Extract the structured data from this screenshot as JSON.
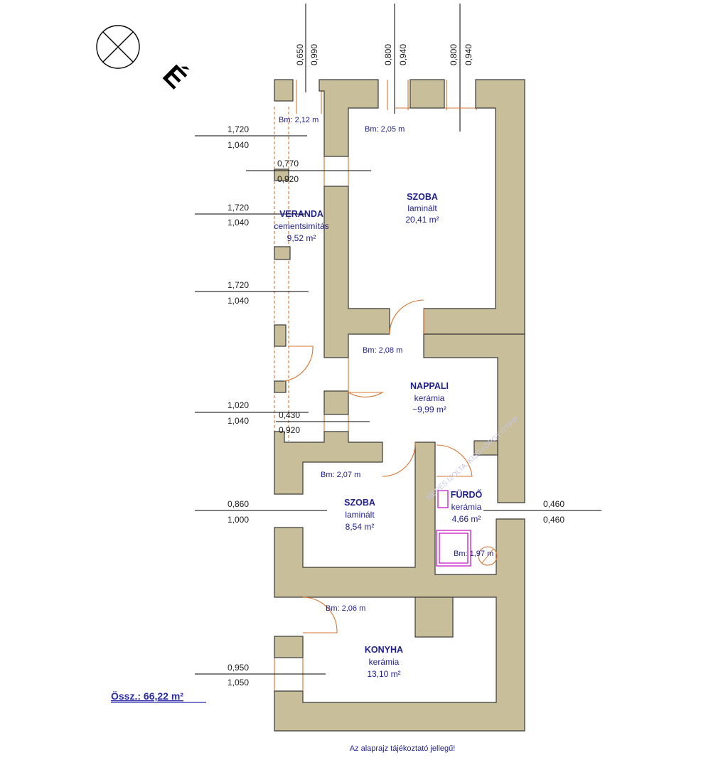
{
  "compass": {
    "label": "É"
  },
  "top_dims": [
    {
      "a": "0,650",
      "b": "0,990"
    },
    {
      "a": "0,800",
      "b": "0,940"
    },
    {
      "a": "0,800",
      "b": "0,940"
    }
  ],
  "side_dims": [
    {
      "a": "1,720",
      "b": "1,040"
    },
    {
      "a": "1,720",
      "b": "1,040"
    },
    {
      "a": "1,720",
      "b": "1,040"
    },
    {
      "a": "1,020",
      "b": "1,040"
    },
    {
      "a": "0,860",
      "b": "1,000"
    },
    {
      "a": "0,950",
      "b": "1,050"
    }
  ],
  "inner_dims": [
    {
      "a": "0,770",
      "b": "0,920"
    },
    {
      "a": "0,430",
      "b": "0,920"
    }
  ],
  "right_dim": {
    "a": "0,460",
    "b": "0,460"
  },
  "rooms": {
    "szoba1": {
      "name": "SZOBA",
      "floor": "laminált",
      "area": "20,41 m²"
    },
    "veranda": {
      "name": "VERANDA",
      "floor": "cementsimítás",
      "area": "9,52 m²"
    },
    "nappali": {
      "name": "NAPPALI",
      "floor": "kerámia",
      "area": "~9,99 m²"
    },
    "szoba2": {
      "name": "SZOBA",
      "floor": "laminált",
      "area": "8,54 m²"
    },
    "furdo": {
      "name": "FÜRDŐ",
      "floor": "kerámia",
      "area": "4,66 m²"
    },
    "konyha": {
      "name": "KONYHA",
      "floor": "kerámia",
      "area": "13,10 m²"
    }
  },
  "heights": {
    "h1": "Bm: 2,12 m",
    "h2": "Bm: 2,05 m",
    "h3": "Bm: 2,08 m",
    "h4": "Bm: 2,07 m",
    "h5": "Bm: 1,97 m",
    "h6": "Bm: 2,06 m"
  },
  "watermark": "MÉRÉS IZOLTA, KISGYÖRGY OTPIP",
  "total": "Össz.: 66,22 m²",
  "note": "Az alaprajz tájékoztató jellegű!",
  "colors": {
    "wall": "#c8be9a",
    "text": "#1f1f8f",
    "orange": "#d9742c",
    "fixture": "#cc2bcc"
  }
}
